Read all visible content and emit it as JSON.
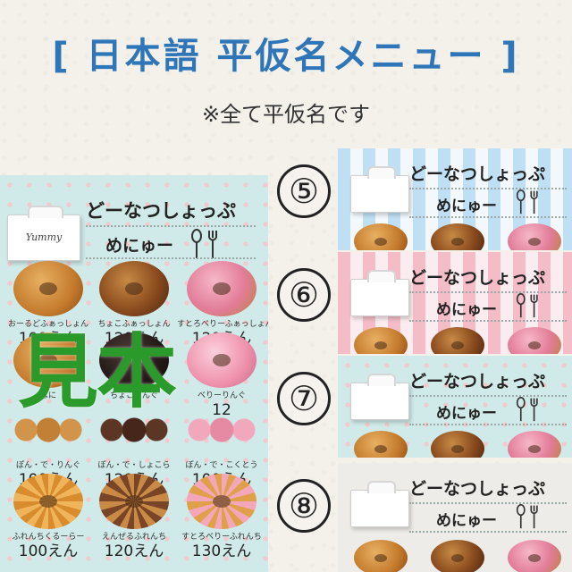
{
  "title": "[ 日本語 平仮名メニュー ]",
  "subtitle": "※全て平仮名です",
  "menu": {
    "box_brand": "Yummy",
    "shop_title": "どーなつしょっぷ",
    "menu_word": "めにゅー",
    "watermark": "見本",
    "rows": [
      [
        {
          "name": "おーるどふぁっしょん",
          "price": "100えん",
          "style": "d-honey"
        },
        {
          "name": "ちょこふぁっしょん",
          "price": "120えん",
          "style": "d-choco"
        },
        {
          "name": "すとろべりーふぁっしょん",
          "price": "120えん",
          "style": "d-straw"
        }
      ],
      [
        {
          "name": "はに",
          "price": "",
          "style": "d-honey"
        },
        {
          "name": "ちょこりんぐ",
          "price": "",
          "style": "d-dark"
        },
        {
          "name": "べりーりんぐ",
          "price": "12",
          "style": "d-pink"
        }
      ],
      [
        {
          "name": "ぽん・で・りんぐ",
          "price": "100えん",
          "style": "d-ball"
        },
        {
          "name": "ぽん・で・しょこら",
          "price": "120えん",
          "style": "d-ball-choc"
        },
        {
          "name": "ぽん・で・こくとう",
          "price": "100えん",
          "style": "d-ball-straw"
        }
      ],
      [
        {
          "name": "ふれんちくるーらー",
          "price": "100えん",
          "style": "d-cruller"
        },
        {
          "name": "えんぜるふれんち",
          "price": "120えん",
          "style": "d-cruller-choc"
        },
        {
          "name": "すとろべりーふれんち",
          "price": "130えん",
          "style": "d-cruller-straw"
        }
      ]
    ]
  },
  "variants": [
    {
      "number": "⑤",
      "shop_title": "どーなつしょっぷ",
      "menu_word": "めにゅー",
      "theme": "blue-stripes"
    },
    {
      "number": "⑥",
      "shop_title": "どーなつしょっぷ",
      "menu_word": "めにゅー",
      "theme": "pink-stripes"
    },
    {
      "number": "⑦",
      "shop_title": "どーなつしょっぷ",
      "menu_word": "めにゅー",
      "theme": "mint-dots"
    },
    {
      "number": "⑧",
      "shop_title": "どーなつしょっぷ",
      "menu_word": "めにゅー",
      "theme": "plain-grey"
    }
  ],
  "colors": {
    "title": "#2f76b8",
    "watermark": "#2a9a2a"
  }
}
